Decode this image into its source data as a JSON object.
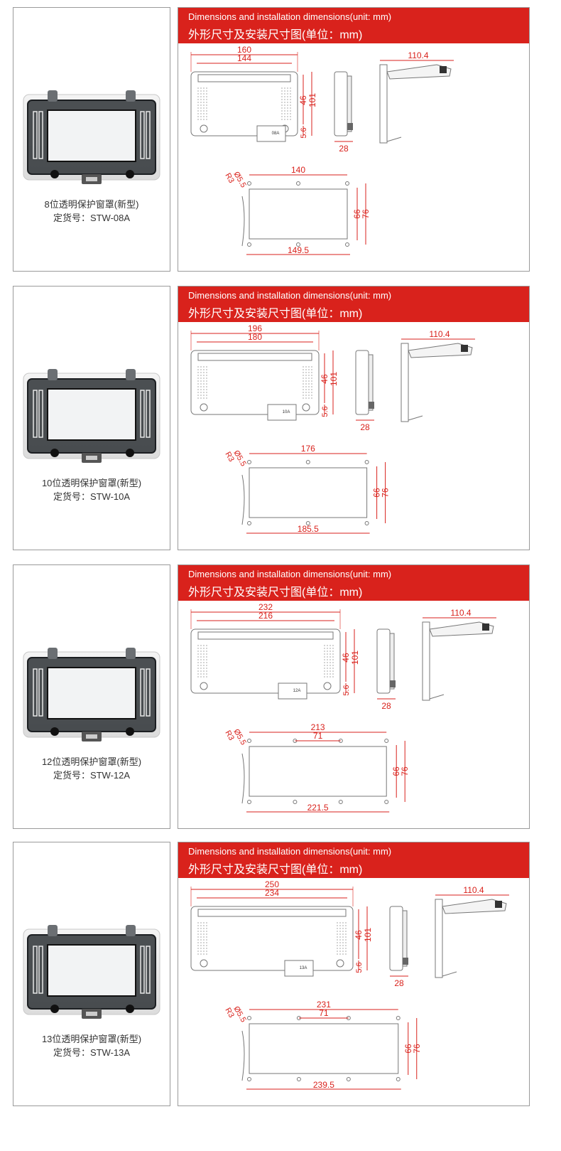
{
  "section_title_en": "Dimensions and installation dimensions(unit: mm)",
  "section_title_cn": "外形尺寸及安装尺寸图(单位：mm)",
  "products": [
    {
      "name": "8位透明保护窗罩(新型)",
      "order_no": "定货号：STW-08A",
      "model_label": "08A",
      "dims": {
        "overall_w": "160",
        "inner_w": "144",
        "h1": "46",
        "h2": "101",
        "h3": "5.6",
        "depth": "28",
        "side_w": "110.4",
        "hole_d": "Ø5.5",
        "radius": "R3",
        "cut_span": "140",
        "cut_span2": "",
        "cut_h1": "66",
        "cut_h2": "76",
        "cut_total": "149.5"
      }
    },
    {
      "name": "10位透明保护窗罩(新型)",
      "order_no": "定货号：STW-10A",
      "model_label": "10A",
      "dims": {
        "overall_w": "196",
        "inner_w": "180",
        "h1": "46",
        "h2": "101",
        "h3": "5.6",
        "depth": "28",
        "side_w": "110.4",
        "hole_d": "Ø5.5",
        "radius": "R3",
        "cut_span": "176",
        "cut_span2": "",
        "cut_h1": "66",
        "cut_h2": "76",
        "cut_total": "185.5"
      }
    },
    {
      "name": "12位透明保护窗罩(新型)",
      "order_no": "定货号：STW-12A",
      "model_label": "12A",
      "dims": {
        "overall_w": "232",
        "inner_w": "216",
        "h1": "46",
        "h2": "101",
        "h3": "5.6",
        "depth": "28",
        "side_w": "110.4",
        "hole_d": "Ø5.5",
        "radius": "R3",
        "cut_span": "213",
        "cut_span2": "71",
        "cut_h1": "66",
        "cut_h2": "76",
        "cut_total": "221.5"
      }
    },
    {
      "name": "13位透明保护窗罩(新型)",
      "order_no": "定货号：STW-13A",
      "model_label": "13A",
      "dims": {
        "overall_w": "250",
        "inner_w": "234",
        "h1": "46",
        "h2": "101",
        "h3": "5.6",
        "depth": "28",
        "side_w": "110.4",
        "hole_d": "Ø5.5",
        "radius": "R3",
        "cut_span": "231",
        "cut_span2": "71",
        "cut_h1": "66",
        "cut_h2": "76",
        "cut_total": "239.5"
      }
    }
  ],
  "colors": {
    "banner": "#d9221c",
    "dimension": "#d9221c",
    "frame": "#9a9a9a"
  }
}
